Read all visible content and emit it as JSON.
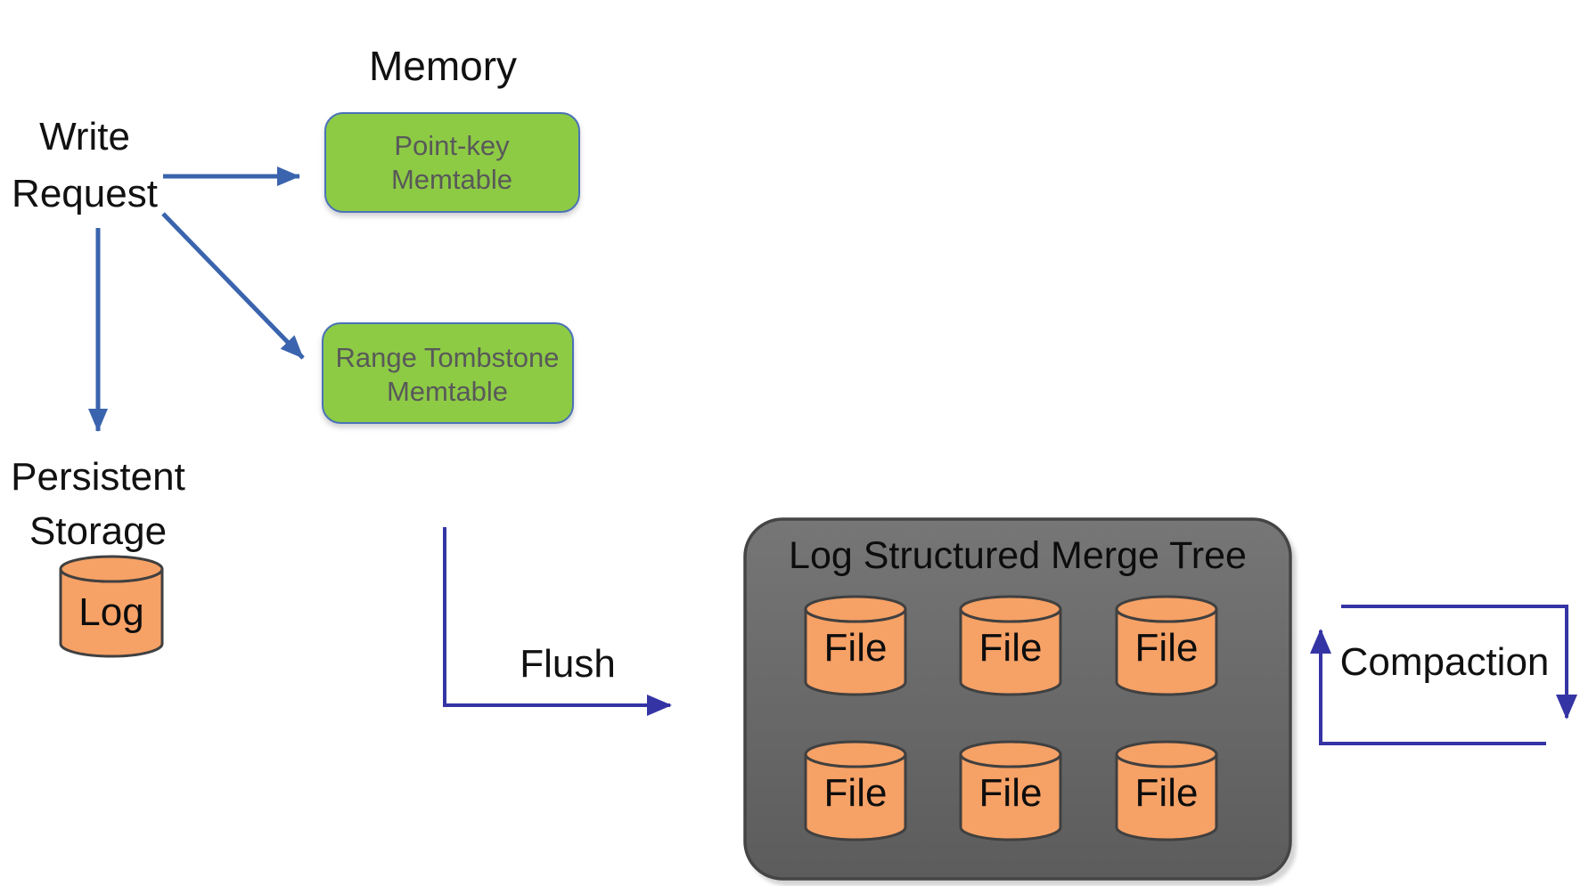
{
  "colors": {
    "background": "#FFFFFF",
    "arrow_blue": "#3B64AE",
    "arrow_indigo": "#3534A4",
    "memtable_green_fill": "#8DCB45",
    "memtable_border_blue": "#4A72B8",
    "memtable_text_gray": "#595959",
    "lsm_box_gray_top": "#767676",
    "lsm_box_gray_bottom": "#5C5C5C",
    "lsm_box_border": "#454545",
    "cylinder_orange": "#F6A166",
    "cylinder_outline": "#404040",
    "label_black": "#111111"
  },
  "memory": {
    "title": "Memory"
  },
  "write_request": {
    "line1": "Write",
    "line2": "Request"
  },
  "memtables": {
    "point_key": {
      "line1": "Point-key",
      "line2": "Memtable"
    },
    "range_tombstone": {
      "line1": "Range Tombstone",
      "line2": "Memtable"
    }
  },
  "persistent_storage": {
    "line1": "Persistent",
    "line2": "Storage",
    "log_label": "Log"
  },
  "flush": {
    "label": "Flush"
  },
  "lsm": {
    "title": "Log Structured Merge Tree",
    "files": [
      "File",
      "File",
      "File",
      "File",
      "File",
      "File"
    ]
  },
  "compaction": {
    "label": "Compaction"
  }
}
